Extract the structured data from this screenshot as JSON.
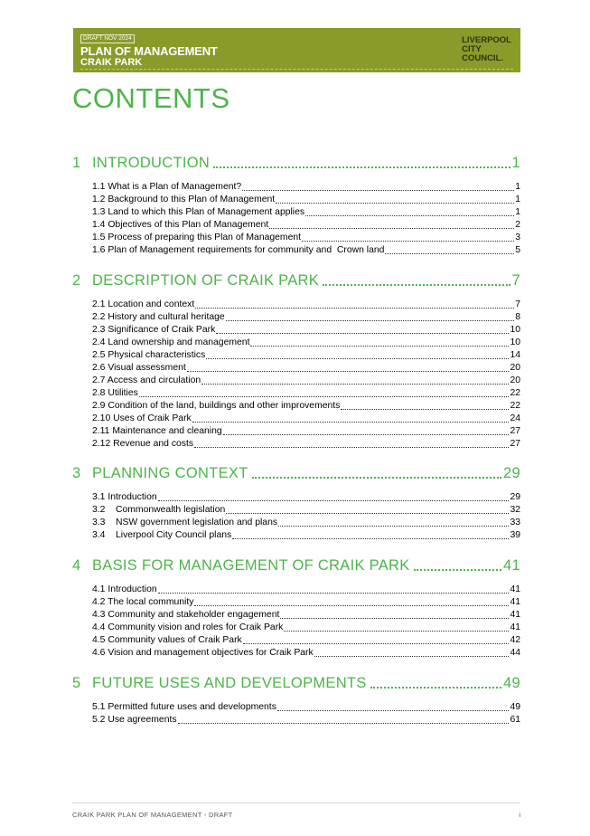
{
  "header": {
    "badge": "DRAFT NOV 2024",
    "title_line1": "PLAN OF MANAGEMENT",
    "title_line2": "CRAIK PARK",
    "logo_line1": "LIVERPOOL",
    "logo_line2": "CITY",
    "logo_line3": "COUNCIL."
  },
  "page_title": "CONTENTS",
  "colors": {
    "accent": "#4cb548",
    "banner": "#8b9b2a"
  },
  "sections": [
    {
      "num": "1",
      "title": "INTRODUCTION",
      "page": "1",
      "items": [
        {
          "label": "1.1 What is a Plan of Management?",
          "page": "1"
        },
        {
          "label": "1.2 Background to this Plan of Management",
          "page": "1"
        },
        {
          "label": "1.3 Land to which this Plan of Management applies",
          "page": "1"
        },
        {
          "label": "1.4 Objectives of this Plan of Management",
          "page": "2"
        },
        {
          "label": "1.5 Process of preparing this Plan of Management",
          "page": "3"
        },
        {
          "label": "1.6 Plan of Management requirements for community and  Crown land",
          "page": "5"
        }
      ]
    },
    {
      "num": "2",
      "title": "DESCRIPTION OF CRAIK  PARK",
      "page": "7",
      "items": [
        {
          "label": "2.1 Location and context",
          "page": "7"
        },
        {
          "label": "2.2 History and cultural heritage",
          "page": "8"
        },
        {
          "label": "2.3 Significance of Craik Park",
          "page": "10"
        },
        {
          "label": "2.4 Land ownership and management",
          "page": "10"
        },
        {
          "label": "2.5 Physical characteristics",
          "page": "14"
        },
        {
          "label": "2.6 Visual assessment",
          "page": "20"
        },
        {
          "label": "2.7 Access and circulation",
          "page": "20"
        },
        {
          "label": "2.8 Utilities",
          "page": "22"
        },
        {
          "label": "2.9 Condition of the land, buildings and other improvements",
          "page": "22"
        },
        {
          "label": "2.10 Uses of Craik Park",
          "page": "24"
        },
        {
          "label": "2.11 Maintenance and cleaning",
          "page": "27"
        },
        {
          "label": "2.12 Revenue and costs",
          "page": "27"
        }
      ]
    },
    {
      "num": "3",
      "title": "PLANNING CONTEXT",
      "page": "29",
      "items": [
        {
          "label": "3.1 Introduction",
          "page": "29"
        },
        {
          "label": "3.2    Commonwealth legislation",
          "page": "32"
        },
        {
          "label": "3.3    NSW government legislation and plans",
          "page": "33"
        },
        {
          "label": "3.4    Liverpool City Council plans",
          "page": "39"
        }
      ]
    },
    {
      "num": "4",
      "title": "BASIS FOR MANAGEMENT OF CRAIK PARK",
      "page": "41",
      "items": [
        {
          "label": "4.1 Introduction",
          "page": "41"
        },
        {
          "label": "4.2 The local community",
          "page": "41"
        },
        {
          "label": "4.3 Community and stakeholder engagement",
          "page": "41"
        },
        {
          "label": "4.4 Community vision and roles for Craik Park",
          "page": "41"
        },
        {
          "label": "4.5 Community values of Craik Park",
          "page": "42"
        },
        {
          "label": "4.6 Vision and management objectives for Craik Park",
          "page": "44"
        }
      ]
    },
    {
      "num": "5",
      "title": "FUTURE USES AND DEVELOPMENTS",
      "page": "49",
      "items": [
        {
          "label": "5.1 Permitted future uses and developments",
          "page": "49"
        },
        {
          "label": "5.2 Use agreements",
          "page": "61"
        }
      ]
    }
  ],
  "footer": {
    "text": "CRAIK PARK PLAN OF MANAGEMENT - DRAFT",
    "page": "i"
  }
}
